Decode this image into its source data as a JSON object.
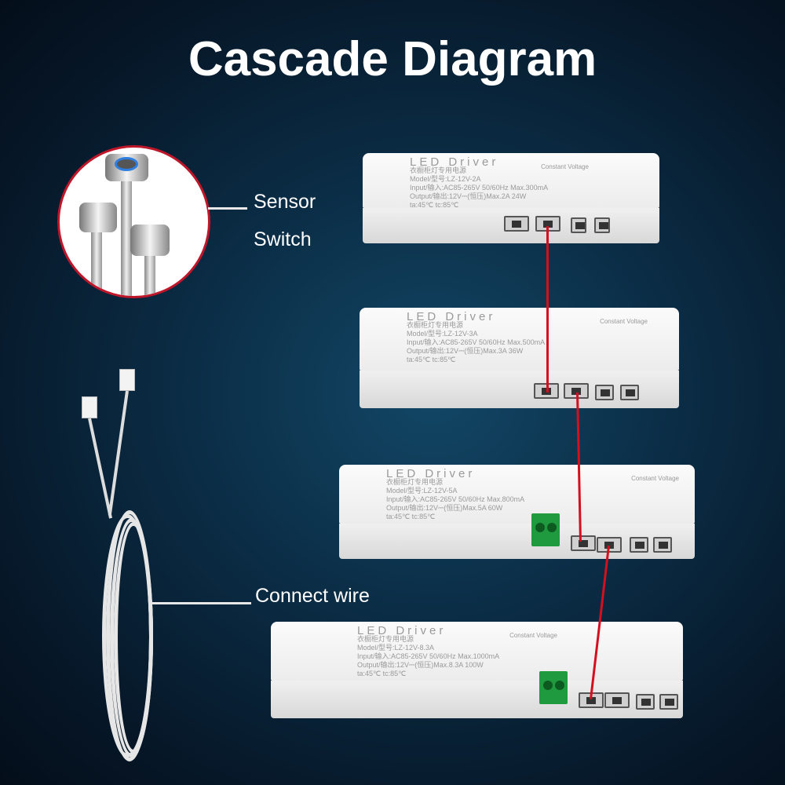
{
  "title": "Cascade Diagram",
  "labels": {
    "sensor": "Sensor",
    "switch": "Switch",
    "connect_wire": "Connect wire"
  },
  "drivers": [
    {
      "name": "LED Driver",
      "cn": "衣橱柜灯专用电源",
      "model": "Model/型号:LZ-12V-2A",
      "input": "Input/输入:AC85-265V 50/60Hz Max.300mA",
      "output": "Output/输出:12V⎓(恒压)Max.2A 24W",
      "temp": "ta:45℃   tc:85℃",
      "cv": "Constant Voltage"
    },
    {
      "name": "LED Driver",
      "cn": "衣橱柜灯专用电源",
      "model": "Model/型号:LZ-12V-3A",
      "input": "Input/输入:AC85-265V 50/60Hz Max.500mA",
      "output": "Output/输出:12V⎓(恒压)Max.3A 36W",
      "temp": "ta:45℃   tc:85℃",
      "cv": "Constant Voltage"
    },
    {
      "name": "LED Driver",
      "cn": "衣橱柜灯专用电源",
      "model": "Model/型号:LZ-12V-5A",
      "input": "Input/输入:AC85-265V 50/60Hz Max.800mA",
      "output": "Output/输出:12V⎓(恒压)Max.5A 60W",
      "temp": "ta:45℃   tc:85℃",
      "cv": "Constant Voltage"
    },
    {
      "name": "LED Driver",
      "cn": "衣橱柜灯专用电源",
      "model": "Model/型号:LZ-12V-8.3A",
      "input": "Input/输入:AC85-265V 50/60Hz Max.1000mA",
      "output": "Output/输出:12V⎓(恒压)Max.8.3A 100W",
      "temp": "ta:45℃   tc:85℃",
      "cv": "Constant Voltage"
    }
  ],
  "colors": {
    "link": "#d4101f",
    "accent": "#c0162a"
  }
}
